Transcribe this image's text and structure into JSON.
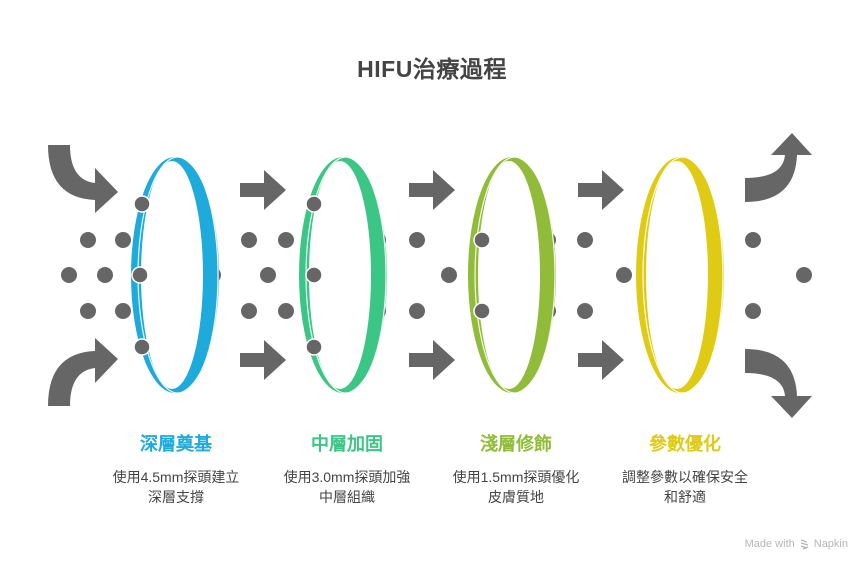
{
  "title": "HIFU治療過程",
  "colors": {
    "dot": "#666666",
    "arrow": "#666666",
    "text": "#444444",
    "credit": "#b5b5b5"
  },
  "stages": [
    {
      "label": "深層奠基",
      "color": "#1EAADB",
      "desc_line1": "使用4.5mm探頭建立",
      "desc_line2": "深層支撐"
    },
    {
      "label": "中層加固",
      "color": "#3CC685",
      "desc_line1": "使用3.0mm探頭加強",
      "desc_line2": "中層組織"
    },
    {
      "label": "淺層修飾",
      "color": "#91BC3A",
      "desc_line1": "使用1.5mm探頭優化",
      "desc_line2": "皮膚質地"
    },
    {
      "label": "參數優化",
      "color": "#DFCB14",
      "desc_line1": "調整參數以確保安全",
      "desc_line2": "和舒適"
    }
  ],
  "icons": {
    "inflow_top": "curved-arrow-down-right-icon",
    "inflow_bottom": "curved-arrow-up-right-icon",
    "between": "right-arrow-icon",
    "outflow_top": "curved-arrow-up-icon",
    "outflow_bottom": "curved-arrow-down-icon",
    "credit_logo": "napkin-logo-icon"
  },
  "credit": {
    "prefix": "Made with",
    "brand": "Napkin"
  }
}
